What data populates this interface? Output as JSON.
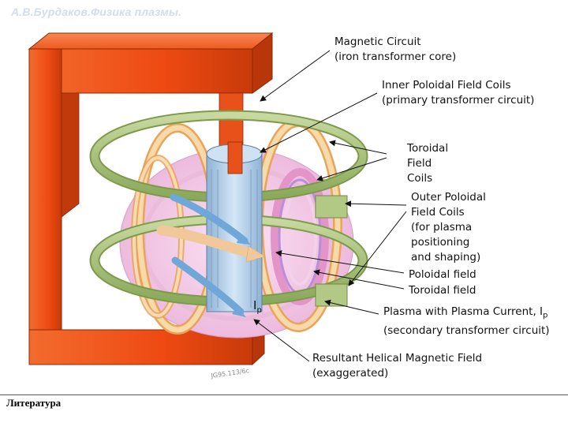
{
  "watermark": "А.В.Бурдаков.Физика плазмы.",
  "labels": {
    "magnetic_circuit": [
      "Magnetic Circuit",
      "(iron transformer core)"
    ],
    "inner_pf_coils": [
      "Inner Poloidal Field Coils",
      "(primary transformer circuit)"
    ],
    "toroidal_field_coils": [
      "Toroidal",
      "Field",
      "Coils"
    ],
    "outer_pf_coils": [
      "Outer Poloidal",
      "Field Coils",
      "(for plasma",
      "positioning",
      "and shaping)"
    ],
    "poloidal_field": "Poloidal field",
    "toroidal_field": "Toroidal field",
    "plasma": [
      "Plasma with Plasma Current, I",
      "(secondary transformer circuit)"
    ],
    "plasma_current_subscript": "p",
    "helical_field": [
      "Resultant Helical Magnetic Field",
      "(exaggerated)"
    ],
    "current_symbol": "I",
    "current_subscript": "p",
    "figure_id": "JG95.113/6c"
  },
  "footer": {
    "title": "Литература"
  },
  "colors": {
    "iron_core": "#ee4a12",
    "iron_core_dark": "#b52f08",
    "tf_coil_green": "#a9c27a",
    "pf_coil_orange": "#f3c27a",
    "plasma_pink": "#f3c9e8",
    "central_solenoid_blue": "#b8d4ee"
  }
}
